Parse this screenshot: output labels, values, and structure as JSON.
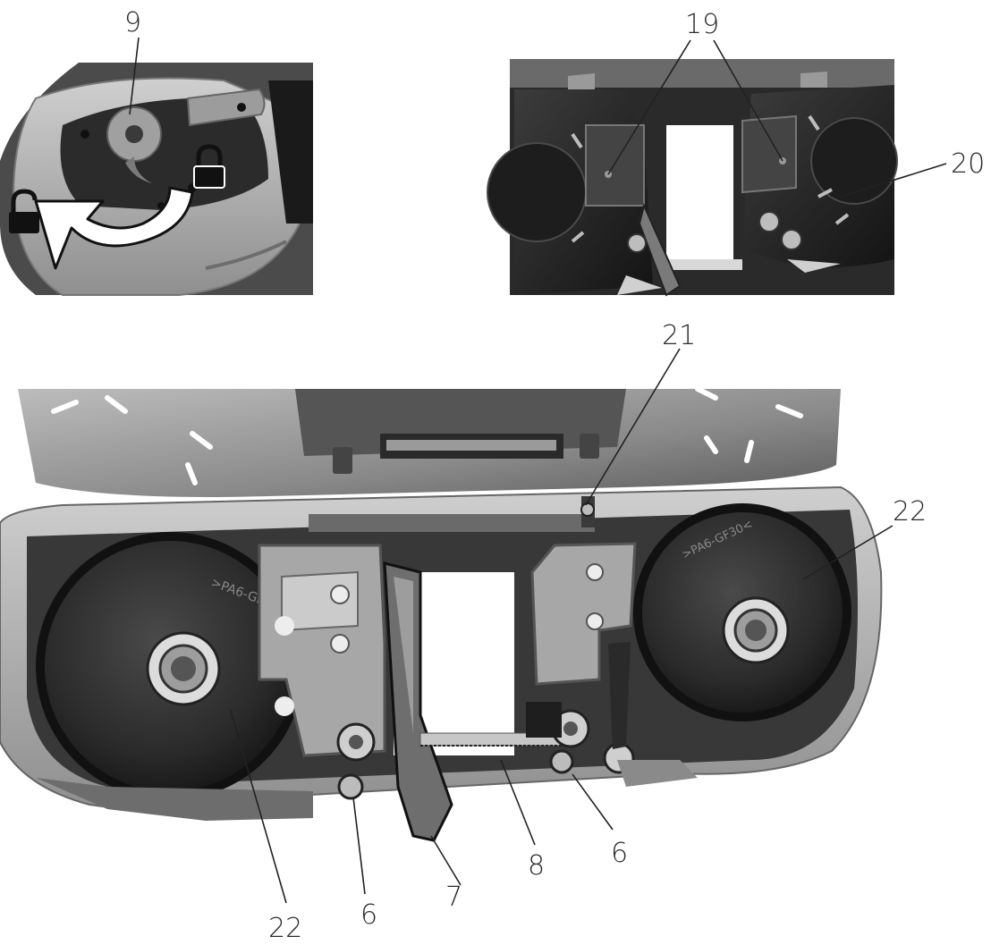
{
  "figure": {
    "panels": [
      {
        "name": "lock-lever-detail"
      },
      {
        "name": "upper-wheel-cover-detail"
      },
      {
        "name": "band-saw-open-view"
      }
    ],
    "callouts": {
      "c9": "9",
      "c19": "19",
      "c20": "20",
      "c21": "21",
      "c22_right": "22",
      "c22_left": "22",
      "c6_left": "6",
      "c7": "7",
      "c8": "8",
      "c6_right": "6"
    },
    "icons": {
      "unlock": "open-padlock-icon",
      "lock": "closed-padlock-icon",
      "rotate_arrow": "curved-arrow-icon"
    },
    "colors": {
      "metal_light": "#bdbdbd",
      "metal_mid": "#8e8e8e",
      "metal_dark": "#3a3a3a",
      "black_part": "#1e1e1e",
      "plastic_grey": "#a7a7a7"
    }
  }
}
